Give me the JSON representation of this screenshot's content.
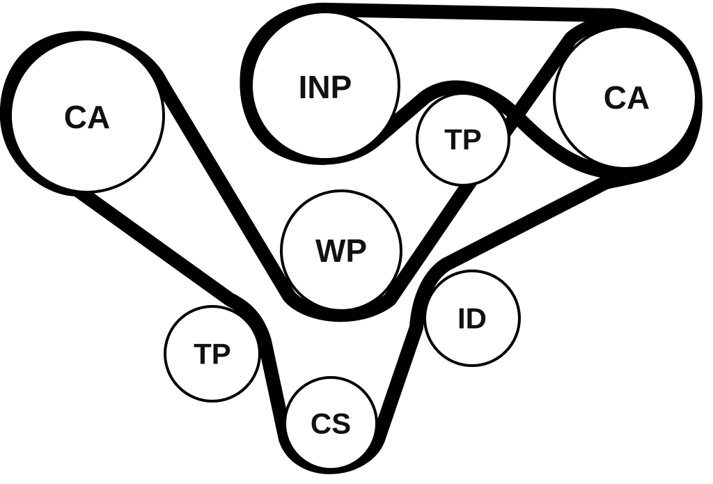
{
  "diagram": {
    "colors": {
      "belt": "#000000",
      "pulley_fill": "#ffffff",
      "text": "#111111"
    },
    "pulleys": {
      "ca_left": {
        "label": "CA"
      },
      "inp": {
        "label": "INP"
      },
      "tp_top": {
        "label": "TP"
      },
      "ca_right": {
        "label": "CA"
      },
      "wp": {
        "label": "WP"
      },
      "id": {
        "label": "ID"
      },
      "tp_bottom": {
        "label": "TP"
      },
      "cs": {
        "label": "CS"
      }
    }
  }
}
